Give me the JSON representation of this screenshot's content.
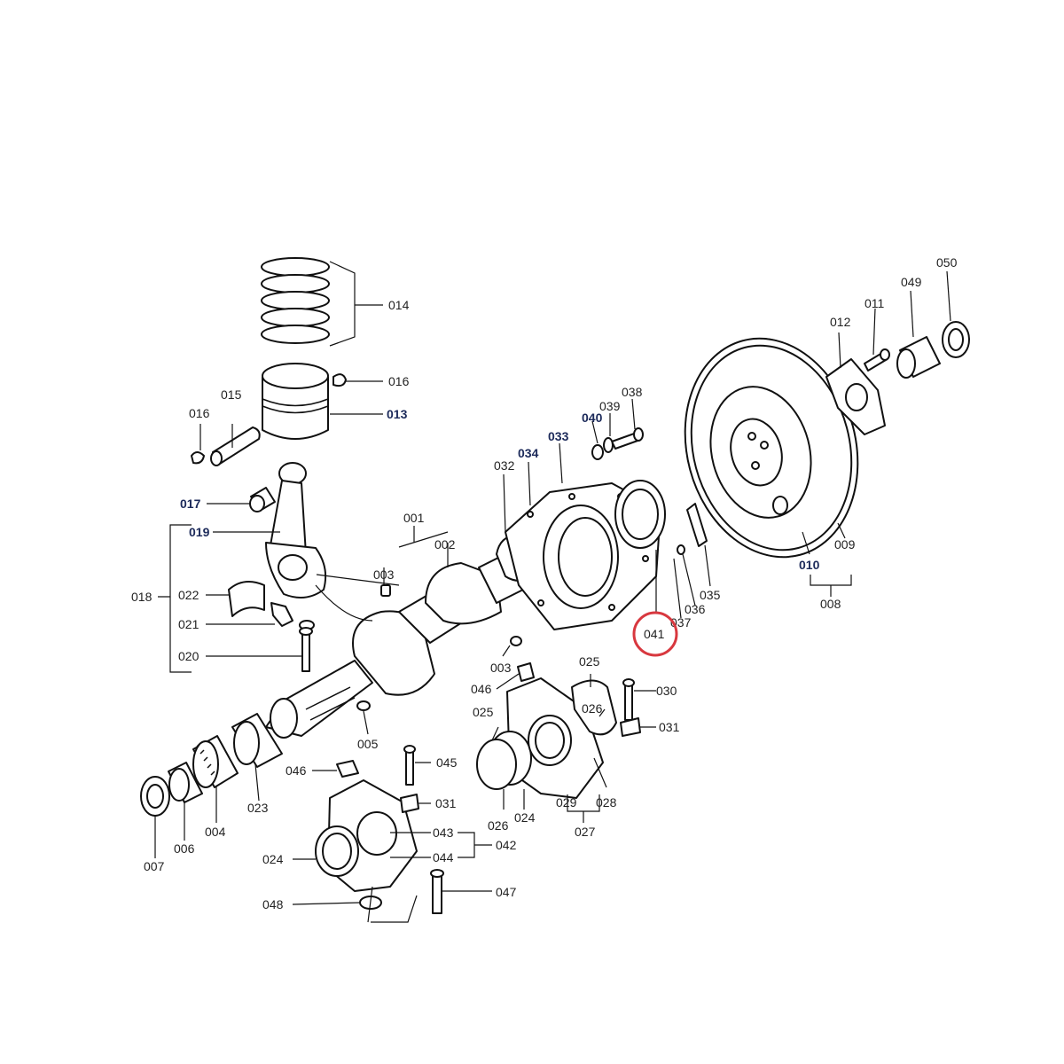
{
  "highlight_color": "#d8383f",
  "highlighted_label": "041",
  "labels": {
    "l001": "001",
    "l002": "002",
    "l003a": "003",
    "l003b": "003",
    "l004": "004",
    "l005": "005",
    "l006": "006",
    "l007": "007",
    "l008": "008",
    "l009": "009",
    "l010": "010",
    "l011": "011",
    "l012": "012",
    "l013": "013",
    "l014": "014",
    "l015": "015",
    "l016a": "016",
    "l016b": "016",
    "l017": "017",
    "l018": "018",
    "l019": "019",
    "l020": "020",
    "l021": "021",
    "l022": "022",
    "l023": "023",
    "l024a": "024",
    "l024b": "024",
    "l025a": "025",
    "l025b": "025",
    "l026a": "026",
    "l026b": "026",
    "l027": "027",
    "l028": "028",
    "l029": "029",
    "l030": "030",
    "l031a": "031",
    "l031b": "031",
    "l032": "032",
    "l033": "033",
    "l034": "034",
    "l035": "035",
    "l036": "036",
    "l037": "037",
    "l038": "038",
    "l039": "039",
    "l040": "040",
    "l041": "041",
    "l042": "042",
    "l043": "043",
    "l044": "044",
    "l045": "045",
    "l046a": "046",
    "l046b": "046",
    "l047": "047",
    "l048": "048",
    "l049": "049",
    "l050": "050"
  }
}
